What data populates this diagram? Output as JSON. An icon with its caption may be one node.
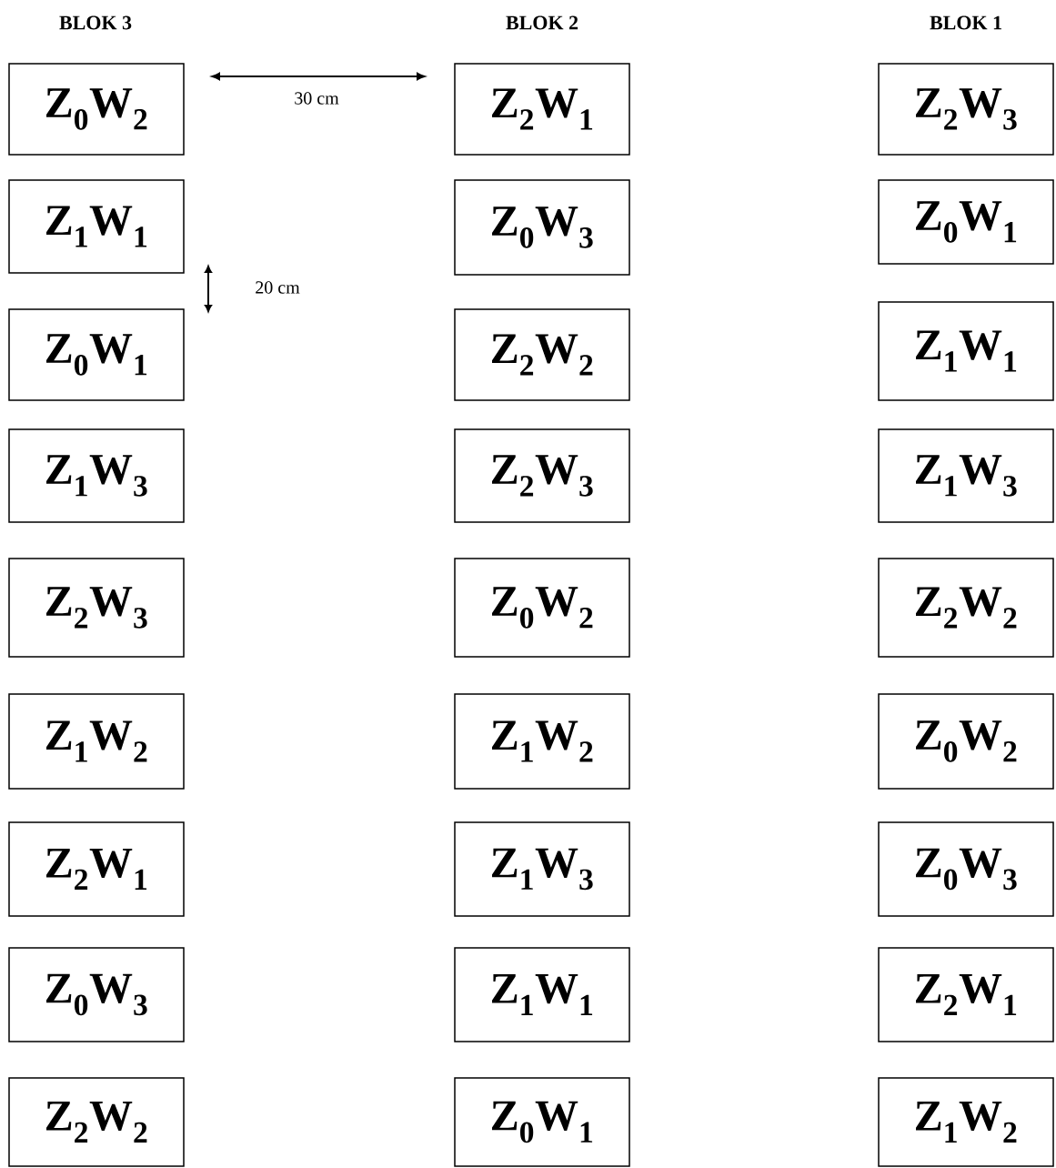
{
  "diagram": {
    "nodes": [
      {
        "text": [
          "Z$_{0}$W$_{2}$"
        ]
      },
      {
        "text": [
          "Z$_{2}$W$_{1}$"
        ]
      },
      {
        "text": [
          "Z$_{2}$W$_{3}$"
        ]
      },
      {
        "text": [
          "Z$_{1}$W$_{1}$"
        ]
      },
      {
        "text": [
          "Z$_{0}$W$_{3}$"
        ]
      },
      {
        "text": [
          "Z$_{0}$W$_{1}$"
        ]
      },
      {
        "text": [
          "Z$_{0}$W$_{1}$"
        ]
      },
      {
        "text": [
          "Z$_{2}$W$_{2}$"
        ]
      },
      {
        "text": [
          "Z$_{1}$W$_{1}$"
        ]
      },
      {
        "text": [
          "Z$_{1}$W$_{3}$"
        ]
      },
      {
        "text": [
          "Z$_{2}$W$_{3}$"
        ]
      },
      {
        "text": [
          "Z$_{1}$W$_{3}$"
        ]
      },
      {
        "text": [
          "Z$_{2}$W$_{3}$"
        ]
      },
      {
        "text": [
          "Z$_{0}$W$_{2}$"
        ]
      },
      {
        "text": [
          "Z$_{2}$W$_{2}$"
        ]
      },
      {
        "text": [
          "Z$_{1}$W$_{2}$"
        ]
      },
      {
        "text": [
          "Z$_{1}$W$_{2}$"
        ]
      },
      {
        "text": [
          "Z$_{0}$W$_{2}$"
        ]
      },
      {
        "text": [
          "Z$_{2}$W$_{1}$"
        ]
      },
      {
        "text": [
          "Z$_{1}$W$_{3}$"
        ]
      },
      {
        "text": [
          "Z$_{0}$W$_{3}$"
        ]
      },
      {
        "text": [
          "Z$_{0}$W$_{3}$"
        ]
      },
      {
        "text": [
          "Z$_{1}$W$_{1}$"
        ]
      },
      {
        "text": [
          "Z$_{2}$W$_{1}$"
        ]
      },
      {
        "text": [
          "Z$_{2}$W$_{2}$"
        ]
      },
      {
        "text": [
          "Z$_{0}$W$_{1}$"
        ]
      },
      {
        "text": [
          "Z$_{1}$W$_{2}$"
        ]
      }
    ],
    "labels": [
      "BLOK 3",
      "BLOK 2",
      "BLOK 1",
      "30 cm",
      "20 cm"
    ]
  }
}
